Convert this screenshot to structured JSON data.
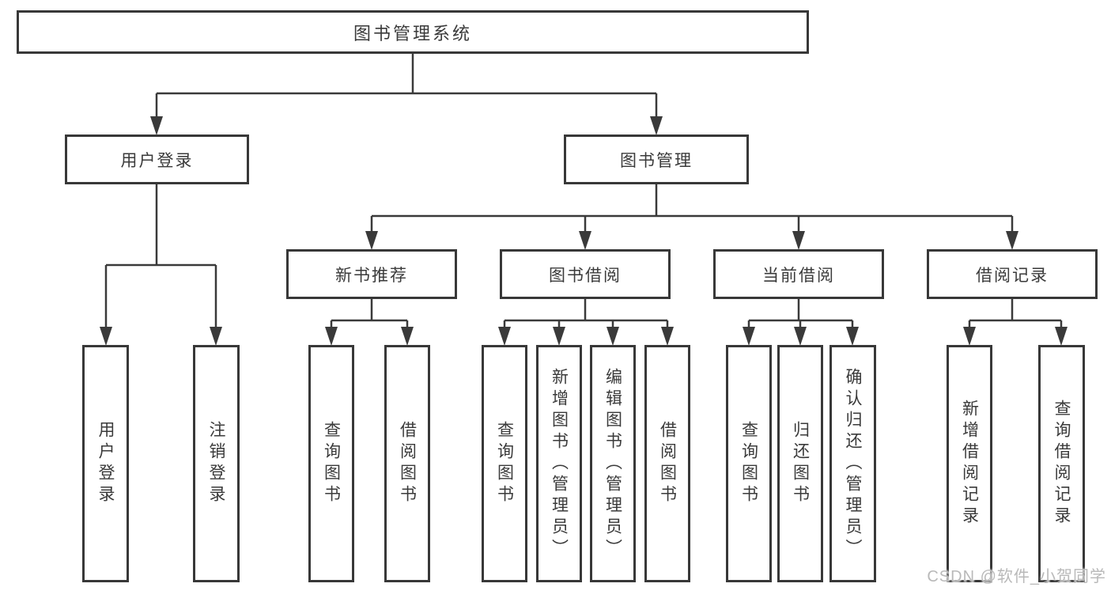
{
  "tree": {
    "label": "图书管理系统",
    "children": [
      {
        "label": "用户登录",
        "children": [
          {
            "label": "用户登录"
          },
          {
            "label": "注销登录"
          }
        ]
      },
      {
        "label": "图书管理",
        "children": [
          {
            "label": "新书推荐",
            "children": [
              {
                "label": "查询图书"
              },
              {
                "label": "借阅图书"
              }
            ]
          },
          {
            "label": "图书借阅",
            "children": [
              {
                "label": "查询图书"
              },
              {
                "label": "新增图书（管理员）"
              },
              {
                "label": "编辑图书（管理员）"
              },
              {
                "label": "借阅图书"
              }
            ]
          },
          {
            "label": "当前借阅",
            "children": [
              {
                "label": "查询图书"
              },
              {
                "label": "归还图书"
              },
              {
                "label": "确认归还（管理员）"
              }
            ]
          },
          {
            "label": "借阅记录",
            "children": [
              {
                "label": "新增借阅记录"
              },
              {
                "label": "查询借阅记录"
              }
            ]
          }
        ]
      }
    ]
  },
  "watermark": {
    "text": "CSDN @软件_小贺同学"
  },
  "colors": {
    "line": "#3A3A3A",
    "box_border": "#383838",
    "text": "#3A3A3A",
    "watermark": "#B9B9B9",
    "background": "#FFFFFF"
  }
}
